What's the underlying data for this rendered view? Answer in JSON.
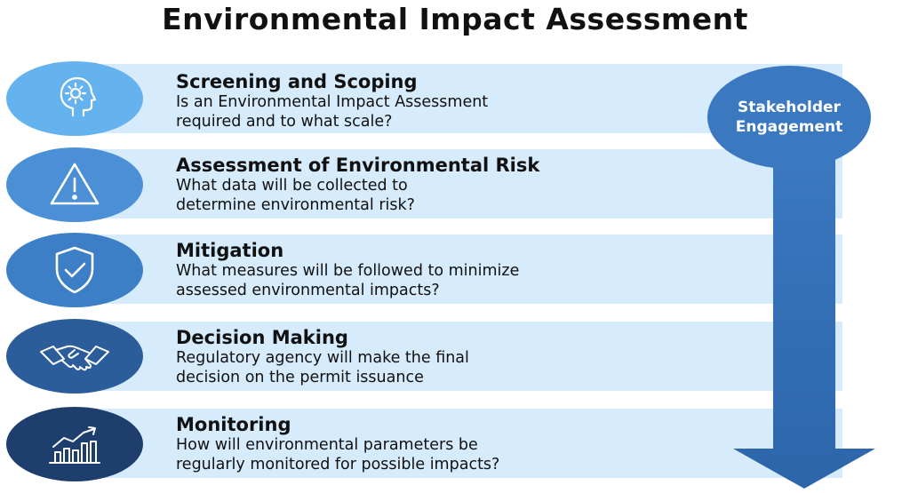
{
  "title": "Environmental Impact Assessment",
  "stakeholder": {
    "line1": "Stakeholder",
    "line2": "Engagement"
  },
  "steps": [
    {
      "title": "Screening and Scoping",
      "line1": "Is an Environmental Impact Assessment",
      "line2": "required and to what scale?",
      "icon": "gear-head-icon",
      "color": "#64b2ee"
    },
    {
      "title": "Assessment of Environmental Risk",
      "line1": "What data will be collected to",
      "line2": "determine environmental risk?",
      "icon": "warning-triangle-icon",
      "color": "#4b90d6"
    },
    {
      "title": "Mitigation",
      "line1": "What measures will be followed to minimize",
      "line2": "assessed environmental impacts?",
      "icon": "shield-check-icon",
      "color": "#3d7fc7"
    },
    {
      "title": "Decision Making",
      "line1": "Regulatory agency will make the final",
      "line2": "decision on the permit issuance",
      "icon": "handshake-icon",
      "color": "#2b5d9b"
    },
    {
      "title": "Monitoring",
      "line1": "How will environmental parameters be",
      "line2": "regularly monitored for possible impacts?",
      "icon": "bar-chart-trend-icon",
      "color": "#1e3f6e"
    }
  ]
}
